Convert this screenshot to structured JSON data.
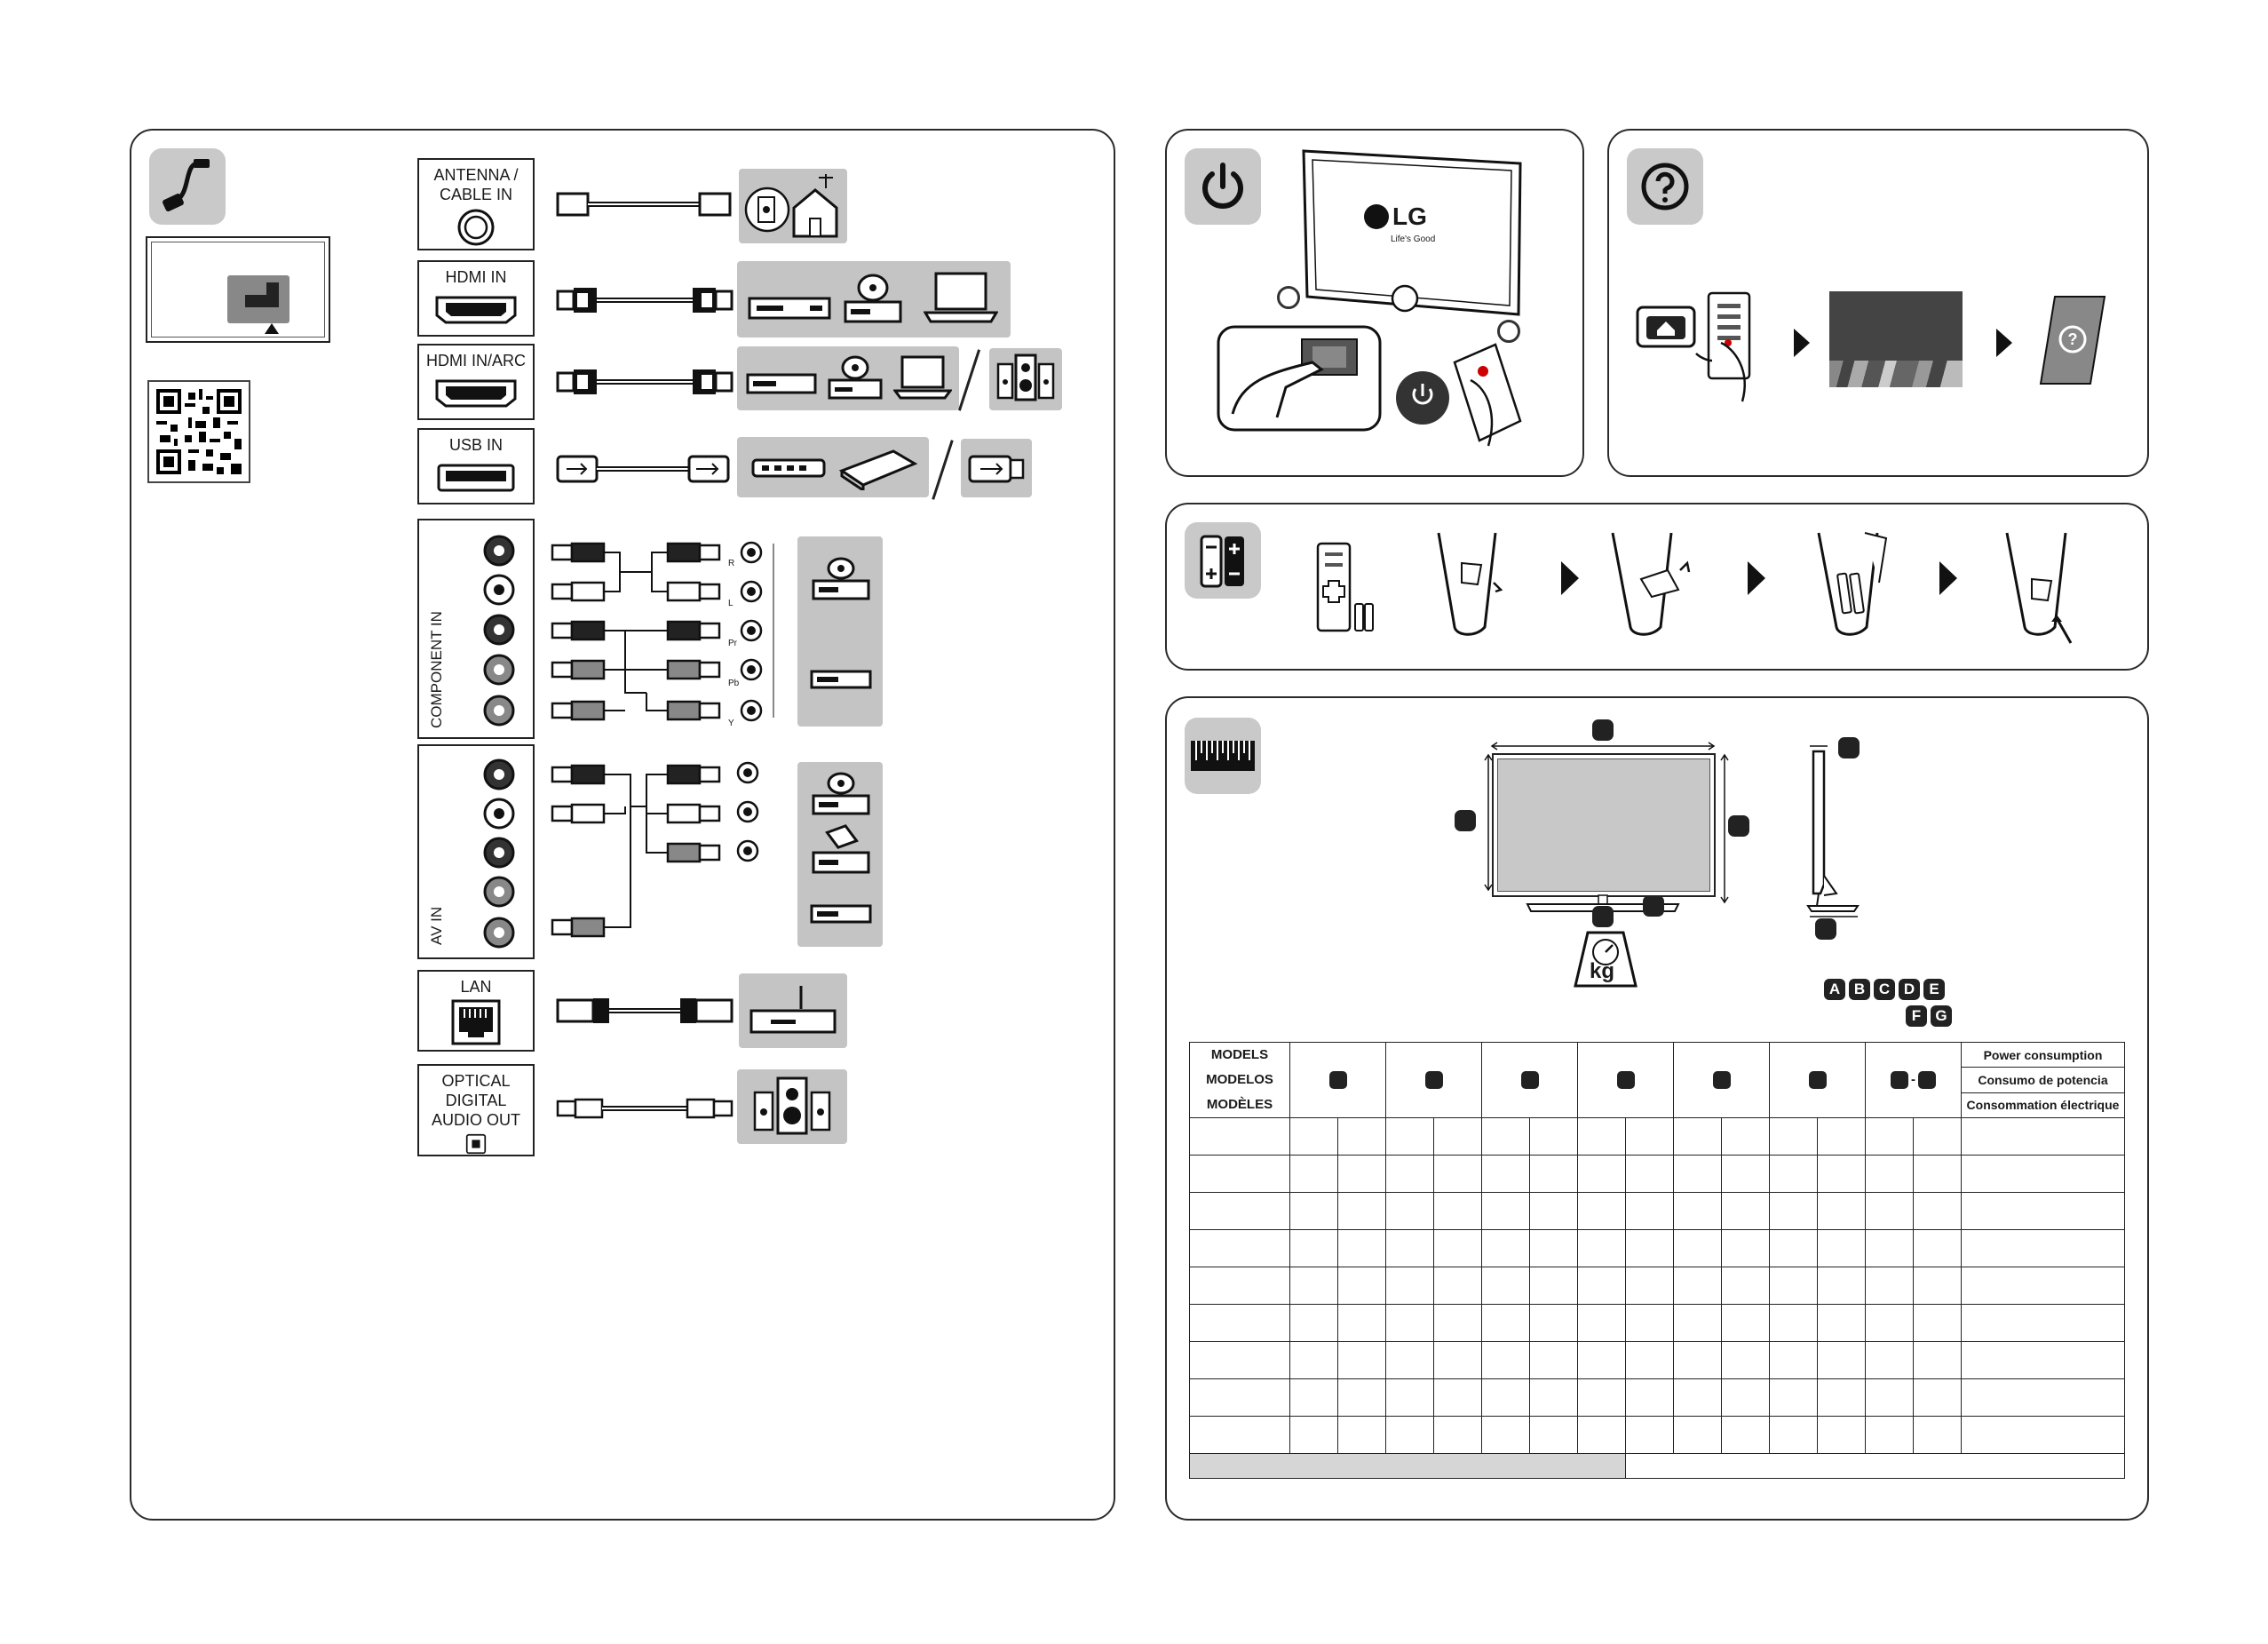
{
  "ports": {
    "antenna": "ANTENNA /\nCABLE IN",
    "hdmi_in": "HDMI IN",
    "hdmi_arc": "HDMI IN/ARC",
    "usb_in": "USB IN",
    "component_in": "COMPONENT IN",
    "av_in": "AV IN",
    "lan": "LAN",
    "optical": "OPTICAL DIGITAL\nAUDIO OUT"
  },
  "component_jacks": [
    "R",
    "L",
    "Pr",
    "Pb",
    "Y"
  ],
  "tv_brand": {
    "logo": "LG",
    "tagline": "Life's Good"
  },
  "weight_unit": "kg",
  "dimension_letters": {
    "row1": [
      "A",
      "B",
      "C",
      "D",
      "E"
    ],
    "row2": [
      "F",
      "G"
    ]
  },
  "table": {
    "models_labels": [
      "MODELS",
      "MODELOS",
      "MODÈLES"
    ],
    "power_labels": [
      "Power consumption",
      "Consumo de potencia",
      "Consommation électrique"
    ],
    "separator": "-"
  }
}
